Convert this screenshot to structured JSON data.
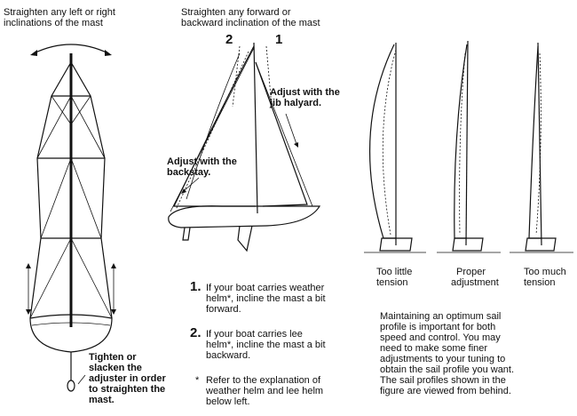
{
  "left": {
    "title_lines": [
      "Straighten any left or right",
      "inclinations of the mast"
    ],
    "tighten_lines": [
      "Tighten or",
      "slacken the",
      "adjuster in order",
      "to straighten the",
      "mast."
    ]
  },
  "middle": {
    "title_lines": [
      "Straighten any forward or",
      "backward inclination of the mast"
    ],
    "label_2": "2",
    "label_1": "1",
    "jib_lines": [
      "Adjust with the",
      "jib halyard."
    ],
    "backstay_lines": [
      "Adjust with the",
      "backstay."
    ]
  },
  "notes": {
    "item1_num": "1.",
    "item1_lines": [
      "If your boat carries weather",
      "helm*, incline the mast a bit",
      "forward."
    ],
    "item2_num": "2.",
    "item2_lines": [
      "If your boat carries lee",
      "helm*, incline the mast a bit",
      "backward."
    ],
    "footnote_star": "*",
    "footnote_lines": [
      "Refer to the explanation of",
      "weather helm and lee helm",
      "below left."
    ]
  },
  "profiles": {
    "captions": [
      [
        "Too little",
        "tension"
      ],
      [
        "Proper",
        "adjustment"
      ],
      [
        "Too much",
        "tension"
      ]
    ],
    "paragraph_lines": [
      "Maintaining an optimum sail",
      "profile is important for both",
      "speed and control.  You may",
      "need to make some finer",
      "adjustments to your tuning to",
      "obtain the sail profile you want.",
      "The sail profiles shown in the",
      "figure are viewed from behind."
    ]
  }
}
